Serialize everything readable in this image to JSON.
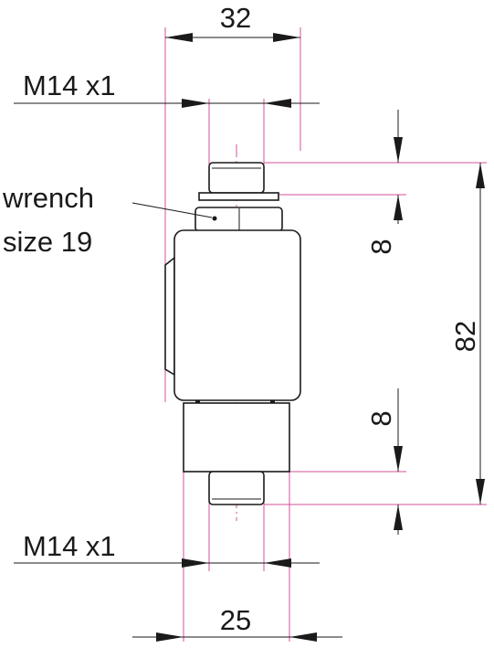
{
  "labels": {
    "top_width": "32",
    "bottom_width": "25",
    "thread_top": "M14 x1",
    "thread_bottom": "M14 x1",
    "wrench_line1": "wrench",
    "wrench_line2": "size 19",
    "height_total": "82",
    "height_top_thread": "8",
    "height_bottom_thread": "8"
  },
  "colors": {
    "extension_lines": "#d4509a",
    "outline": "#1a1a1a"
  }
}
